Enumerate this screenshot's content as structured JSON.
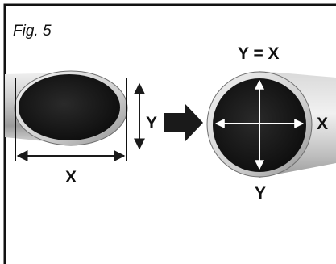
{
  "figure": {
    "label": "Fig. 5"
  },
  "left_pipe": {
    "width_label": "X",
    "height_label": "Y"
  },
  "right_pipe": {
    "equation": "Y = X",
    "horizontal_label": "X",
    "vertical_label": "Y"
  },
  "colors": {
    "frame": "#111111",
    "pipe_body": "#b9b9b9",
    "pipe_highlight": "#e8e8e8",
    "pipe_opening": "#1c1c1c",
    "arrow": "#1a1a1a",
    "crosshair": "#ffffff"
  },
  "icons": {
    "transform": "right-arrow-icon"
  }
}
